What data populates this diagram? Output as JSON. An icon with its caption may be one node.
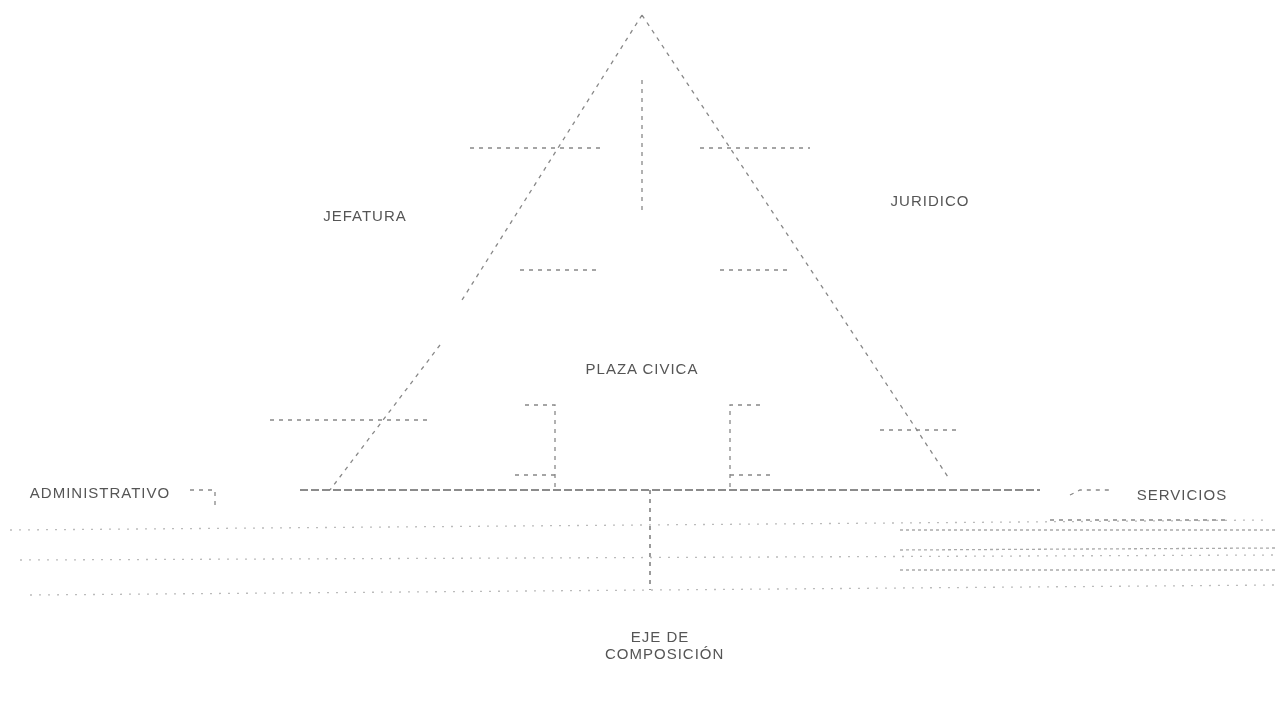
{
  "diagram": {
    "labels": [
      "JEFATURA",
      "JURIDICO",
      "PLAZA CIVICA",
      "ADMINISTRATIVO",
      "SERVICIOS",
      "EJE DE COMPOSICIÓN"
    ]
  }
}
